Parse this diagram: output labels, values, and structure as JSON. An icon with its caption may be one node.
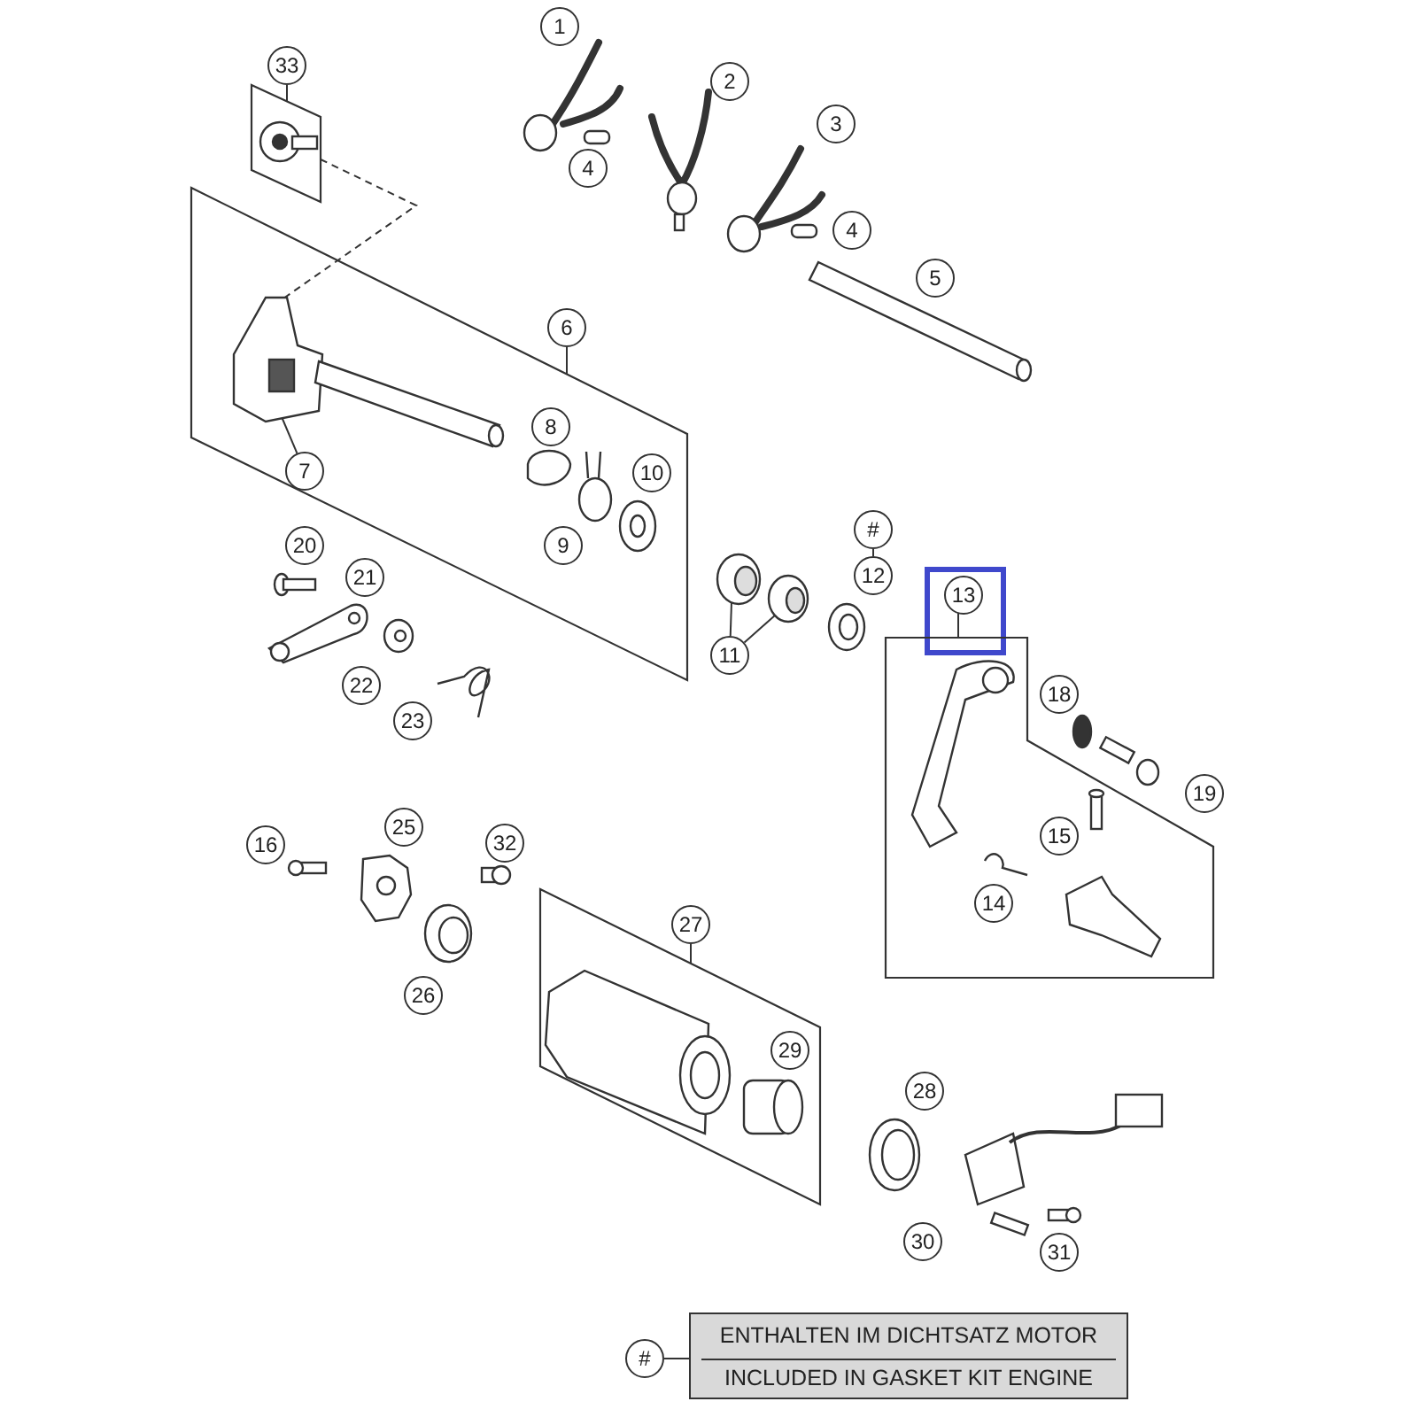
{
  "diagram": {
    "nodes": [
      {
        "text": [
          "33"
        ]
      },
      {
        "text": [],
        "shape": "box"
      },
      {
        "text": [
          "1"
        ]
      },
      {
        "text": [
          "2"
        ]
      },
      {
        "text": [
          "4"
        ]
      },
      {
        "text": [
          "3"
        ]
      },
      {
        "text": [
          "4"
        ]
      },
      {
        "text": [
          "5"
        ]
      },
      {
        "text": [],
        "shape": "box"
      },
      {
        "text": [
          "6"
        ]
      },
      {
        "text": [
          "7"
        ],
        "in": 8
      },
      {
        "text": [
          "8"
        ],
        "in": 8
      },
      {
        "text": [
          "9"
        ],
        "in": 8
      },
      {
        "text": [
          "10"
        ],
        "in": 8
      },
      {
        "text": [
          "20"
        ]
      },
      {
        "text": [
          "21"
        ]
      },
      {
        "text": [
          "22"
        ]
      },
      {
        "text": [
          "23"
        ]
      },
      {
        "text": [
          "#"
        ]
      },
      {
        "text": [
          "12"
        ]
      },
      {
        "text": [
          "11"
        ]
      },
      {
        "text": [],
        "shape": "box"
      },
      {
        "text": [
          "13"
        ],
        "in": 21
      },
      {
        "text": [],
        "shape": "box"
      },
      {
        "text": [
          "18"
        ]
      },
      {
        "text": [
          "19"
        ]
      },
      {
        "text": [
          "15"
        ],
        "in": 23
      },
      {
        "text": [
          "14"
        ],
        "in": 23
      },
      {
        "text": [
          "16"
        ]
      },
      {
        "text": [
          "25"
        ]
      },
      {
        "text": [
          "32"
        ]
      },
      {
        "text": [
          "26"
        ]
      },
      {
        "text": [],
        "shape": "box"
      },
      {
        "text": [
          "27"
        ]
      },
      {
        "text": [
          "29"
        ],
        "in": 32
      },
      {
        "text": [
          "28"
        ]
      },
      {
        "text": [
          "30"
        ]
      },
      {
        "text": [
          "31"
        ]
      },
      {
        "text": [
          "#"
        ]
      },
      {
        "text": [
          "ENTHALTEN IM DICHTSATZ MOTOR",
          "INCLUDED IN GASKET KIT ENGINE"
        ]
      },
      {
        "text": [],
        "shape": "picture",
        "in": 8
      },
      {
        "text": [],
        "shape": "picture"
      },
      {
        "text": [],
        "shape": "picture"
      }
    ],
    "edges": [
      {
        "from": 0,
        "to": 1,
        "arrow": "none"
      },
      {
        "from": 9,
        "to": 8,
        "arrow": "none"
      },
      {
        "from": 10,
        "to": 40,
        "arrow": "none"
      },
      {
        "from": 20,
        "to": 41,
        "arrow": "none"
      },
      {
        "from": 20,
        "to": 42,
        "arrow": "none"
      },
      {
        "from": 18,
        "to": 19,
        "arrow": "none"
      },
      {
        "from": 22,
        "to": 23,
        "arrow": "none"
      },
      {
        "from": 33,
        "to": 32,
        "arrow": "none"
      },
      {
        "from": 38,
        "to": 39,
        "arrow": "none"
      },
      {
        "from": 1,
        "to": 40,
        "arrow": "none",
        "style": "dashed"
      }
    ]
  }
}
